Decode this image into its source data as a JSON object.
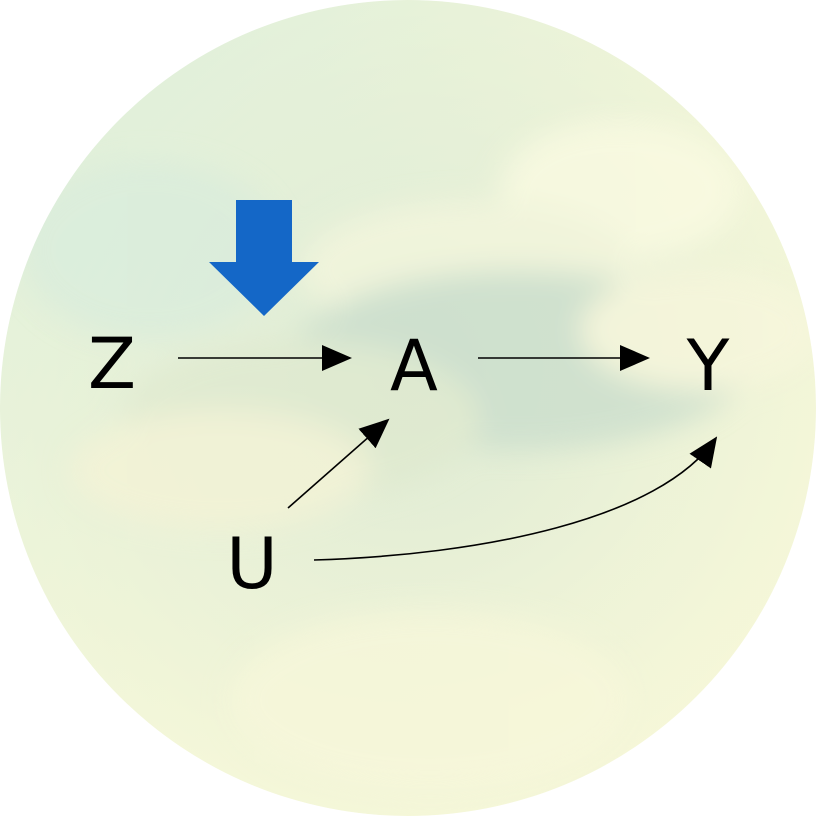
{
  "diagram": {
    "nodes": {
      "z": "Z",
      "a": "A",
      "y": "Y",
      "u": "U"
    },
    "edges": [
      {
        "from": "Z",
        "to": "A"
      },
      {
        "from": "A",
        "to": "Y"
      },
      {
        "from": "U",
        "to": "A"
      },
      {
        "from": "U",
        "to": "Y"
      }
    ],
    "intervention_marker": {
      "icon": "down-arrow-icon",
      "target": "Z→A",
      "color": "#1467c7"
    },
    "background": {
      "shape": "circle",
      "description_colors": [
        "#e3f0d6",
        "#f5f7da",
        "#d2e4d2"
      ]
    }
  }
}
